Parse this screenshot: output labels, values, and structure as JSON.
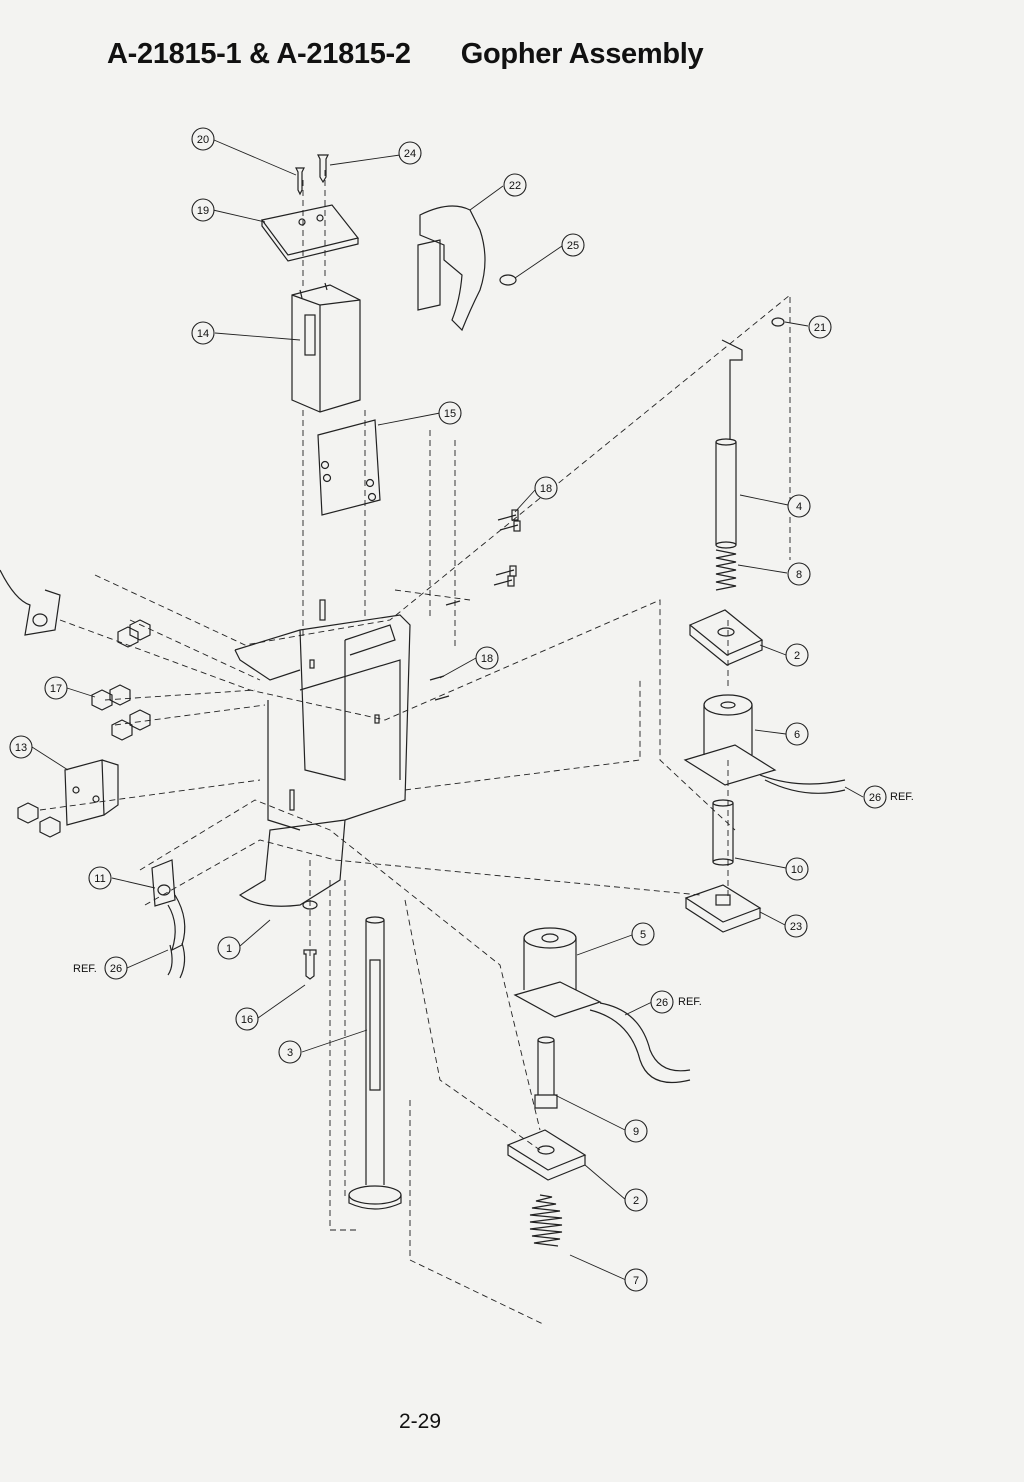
{
  "page": {
    "title_part": "A-21815-1 & A-21815-2",
    "title_name": "Gopher Assembly",
    "page_number": "2-29"
  },
  "callouts": [
    {
      "id": "c20",
      "label": "20"
    },
    {
      "id": "c24",
      "label": "24"
    },
    {
      "id": "c22",
      "label": "22"
    },
    {
      "id": "c19",
      "label": "19"
    },
    {
      "id": "c25",
      "label": "25"
    },
    {
      "id": "c14",
      "label": "14"
    },
    {
      "id": "c21",
      "label": "21"
    },
    {
      "id": "c15",
      "label": "15"
    },
    {
      "id": "c4",
      "label": "4"
    },
    {
      "id": "c18a",
      "label": "18"
    },
    {
      "id": "c8",
      "label": "8"
    },
    {
      "id": "c18b",
      "label": "18"
    },
    {
      "id": "c2a",
      "label": "2"
    },
    {
      "id": "c17",
      "label": "17"
    },
    {
      "id": "c13",
      "label": "13"
    },
    {
      "id": "c6",
      "label": "6"
    },
    {
      "id": "c26a",
      "label": "26"
    },
    {
      "id": "c10",
      "label": "10"
    },
    {
      "id": "c11",
      "label": "11"
    },
    {
      "id": "c23",
      "label": "23"
    },
    {
      "id": "c1",
      "label": "1"
    },
    {
      "id": "c5",
      "label": "5"
    },
    {
      "id": "c26b",
      "label": "26"
    },
    {
      "id": "c26c",
      "label": "26"
    },
    {
      "id": "c16",
      "label": "16"
    },
    {
      "id": "c3",
      "label": "3"
    },
    {
      "id": "c9",
      "label": "9"
    },
    {
      "id": "c2b",
      "label": "2"
    },
    {
      "id": "c7",
      "label": "7"
    }
  ],
  "ref_label": "REF."
}
